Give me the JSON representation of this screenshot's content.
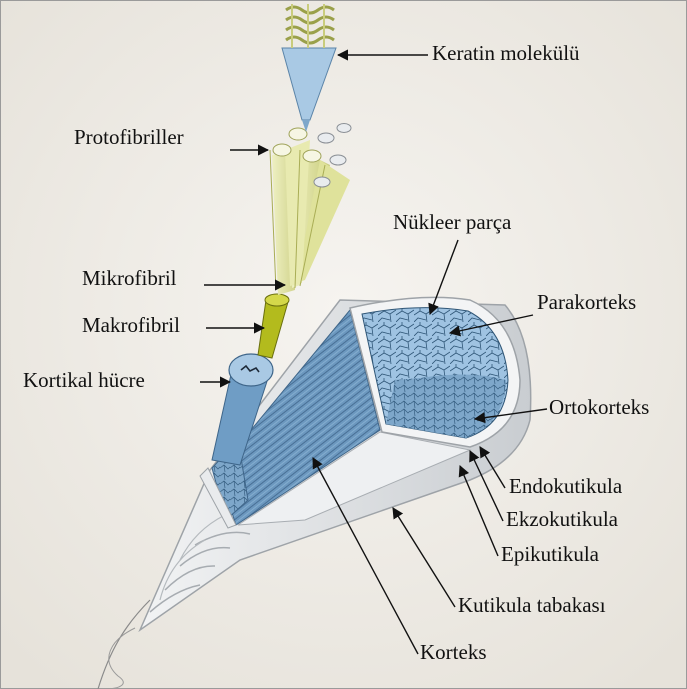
{
  "colors": {
    "background": "#efece6",
    "border": "#9a9a9a",
    "fibril_blue": "#a9c9e4",
    "fibril_yellow": "#e4e6a6",
    "macrofibril": "#b3bb1d",
    "cortex_blue": "#6f9dc5",
    "cuticle_gray": "#d7dadd",
    "leader": "#111111"
  },
  "labels": {
    "keratin": "Keratin molekülü",
    "protofibriller": "Protofibriller",
    "nukleer": "Nükleer parça",
    "mikrofibril": "Mikrofibril",
    "makrofibril": "Makrofibril",
    "parakorteks": "Parakorteks",
    "kortikal": "Kortikal hücre",
    "ortokorteks": "Ortokorteks",
    "endokutikula": "Endokutikula",
    "ekzokutikula": "Ekzokutikula",
    "epikutikula": "Epikutikula",
    "kutikula": "Kutikula tabakası",
    "korteks": "Korteks"
  }
}
